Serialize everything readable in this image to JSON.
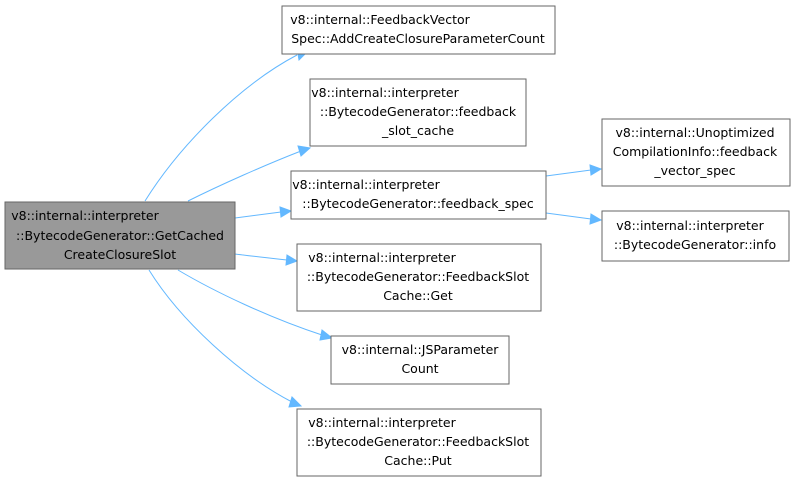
{
  "graph": {
    "edge_color": "#63b8ff",
    "root_fill": "#999999",
    "node_fill": "#ffffff",
    "node_border": "#666666",
    "nodes": {
      "root": {
        "lines": [
          "v8::internal::interpreter",
          "::BytecodeGenerator::GetCached",
          "CreateClosureSlot"
        ]
      },
      "add_param_count": {
        "lines": [
          "v8::internal::FeedbackVector",
          "Spec::AddCreateClosureParameterCount"
        ]
      },
      "feedback_slot_cache": {
        "lines": [
          "v8::internal::interpreter",
          "::BytecodeGenerator::feedback",
          "_slot_cache"
        ]
      },
      "feedback_spec": {
        "lines": [
          "v8::internal::interpreter",
          "::BytecodeGenerator::feedback_spec"
        ]
      },
      "cache_get": {
        "lines": [
          "v8::internal::interpreter",
          "::BytecodeGenerator::FeedbackSlot",
          "Cache::Get"
        ]
      },
      "js_param_count": {
        "lines": [
          "v8::internal::JSParameter",
          "Count"
        ]
      },
      "cache_put": {
        "lines": [
          "v8::internal::interpreter",
          "::BytecodeGenerator::FeedbackSlot",
          "Cache::Put"
        ]
      },
      "unoptimized_info": {
        "lines": [
          "v8::internal::Unoptimized",
          "CompilationInfo::feedback",
          "_vector_spec"
        ]
      },
      "generator_info": {
        "lines": [
          "v8::internal::interpreter",
          "::BytecodeGenerator::info"
        ]
      }
    }
  }
}
